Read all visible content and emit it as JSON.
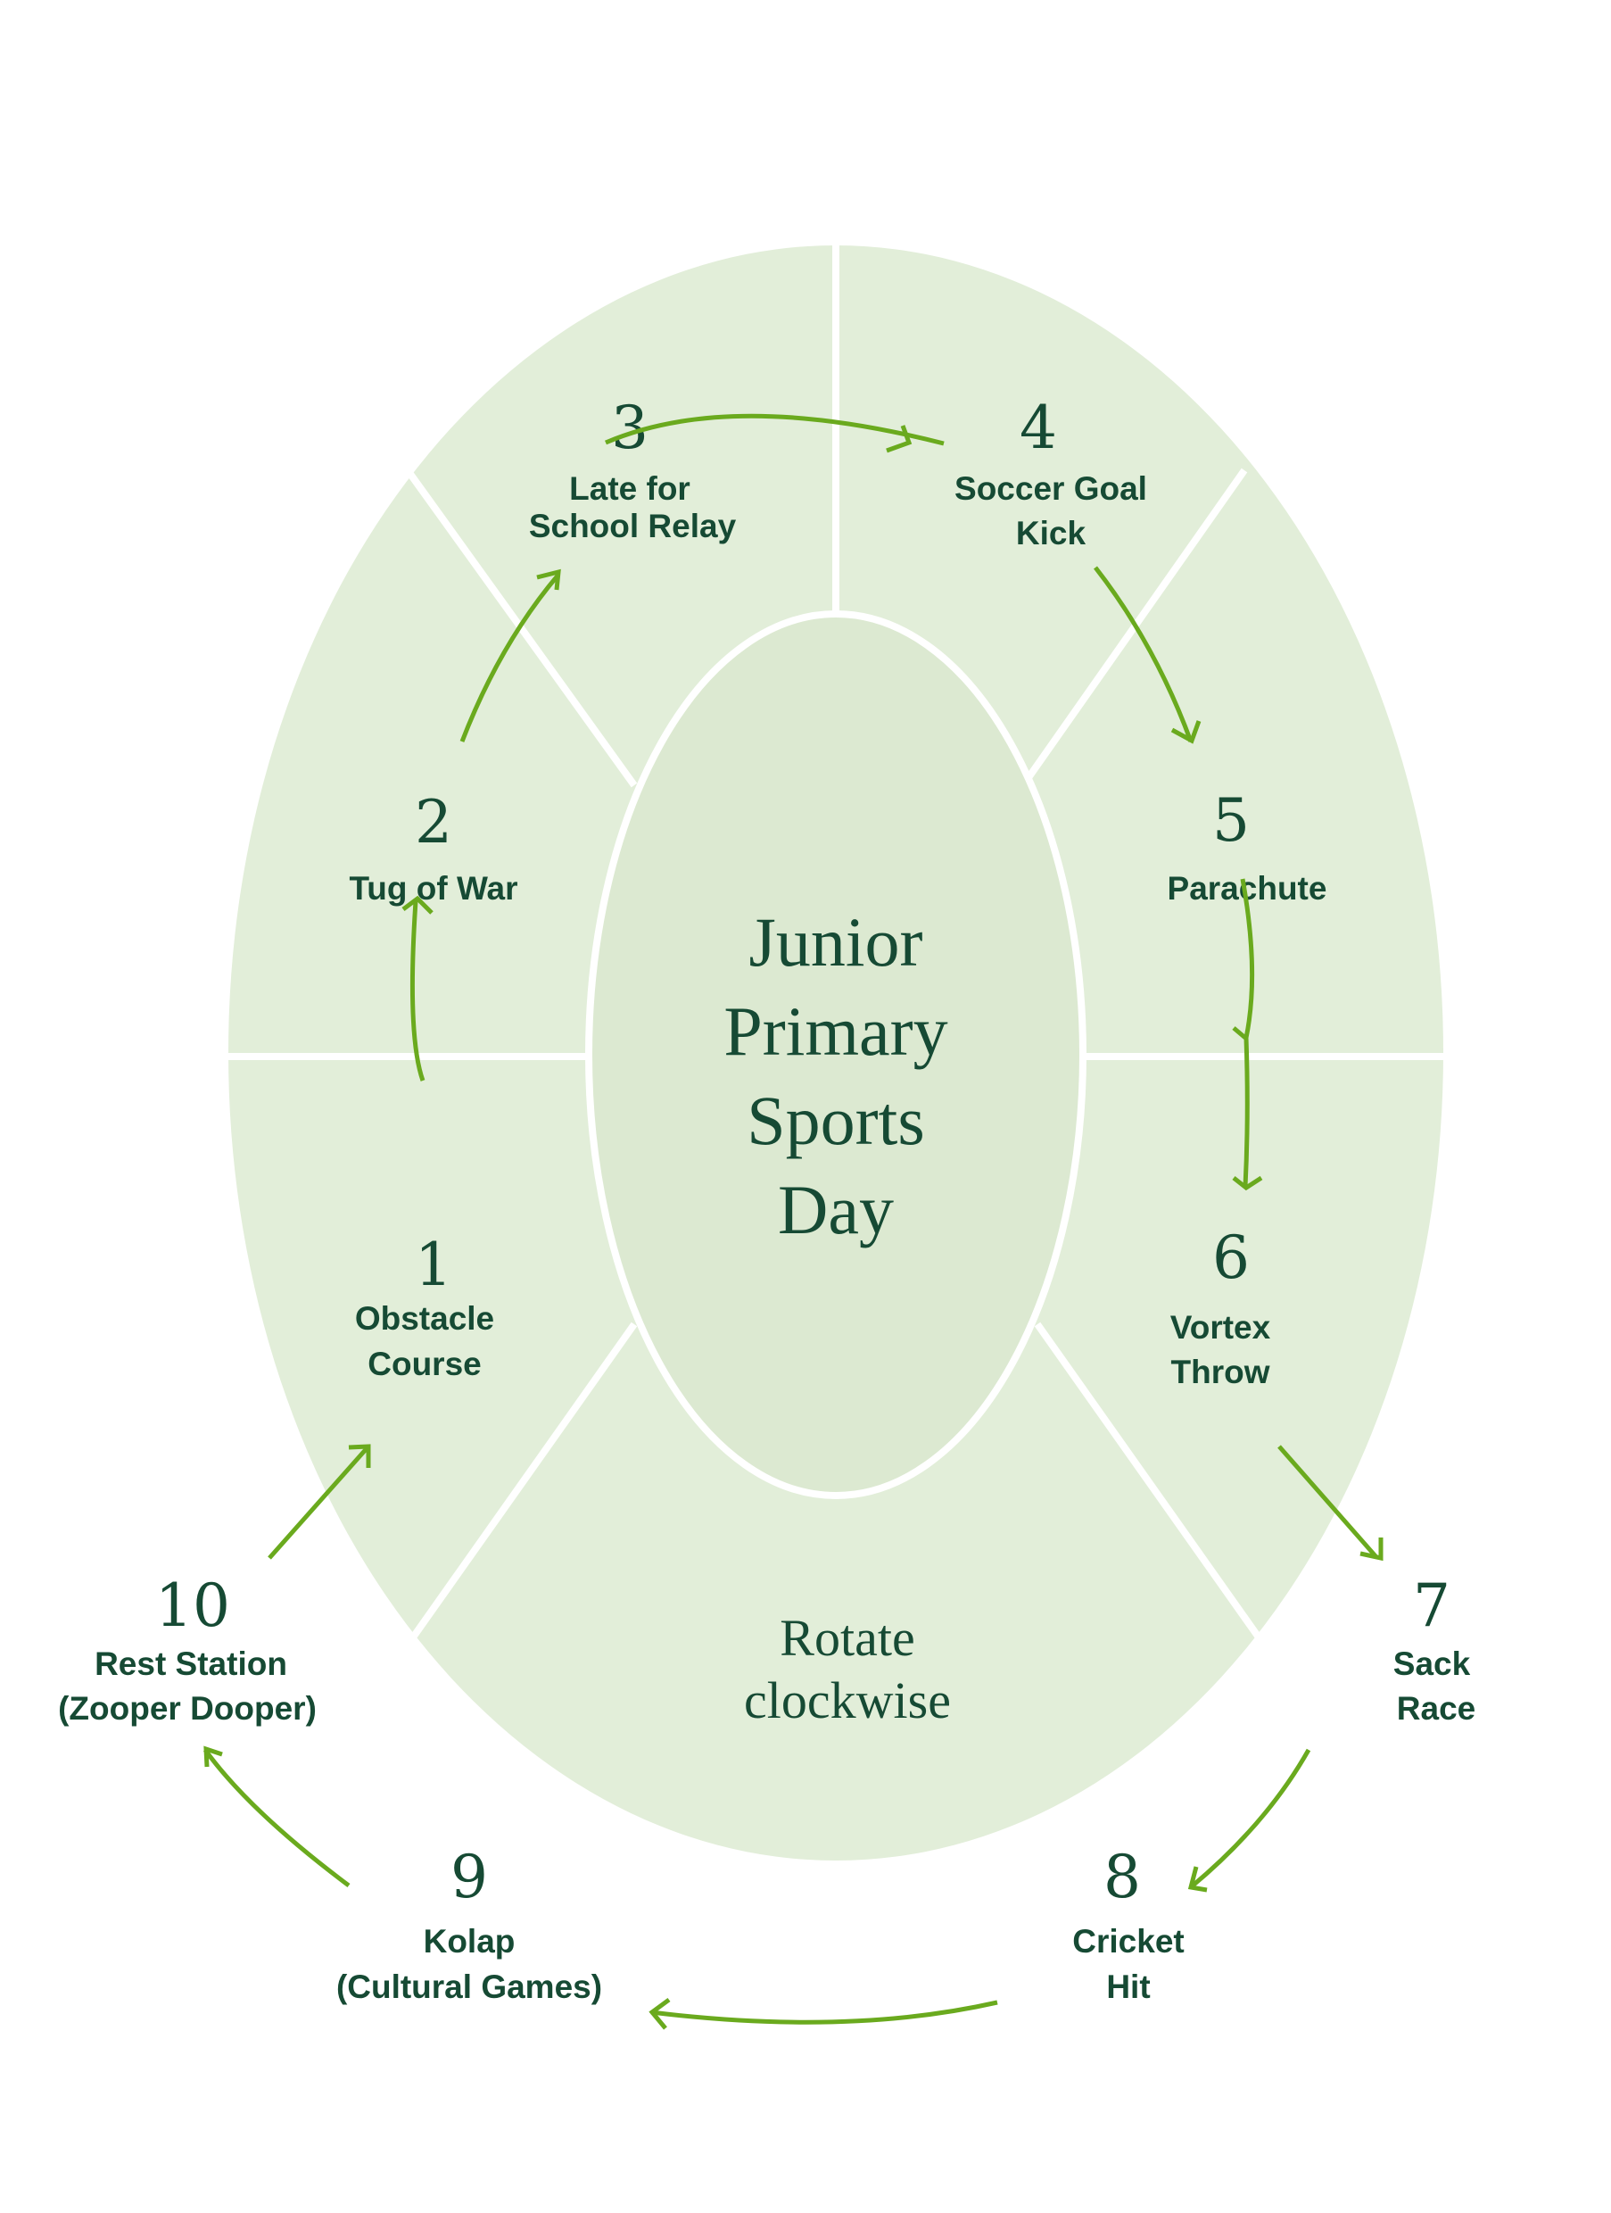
{
  "title": {
    "lines": [
      "Junior",
      "Primary",
      "Sports",
      "Day"
    ]
  },
  "instruction": {
    "lines": [
      "Rotate",
      "clockwise"
    ]
  },
  "colors": {
    "outer_fill": "#e2eed9",
    "inner_fill": "#dce9d1",
    "divider": "#ffffff",
    "arrow": "#6aaa1e",
    "text": "#164a34"
  },
  "stations": [
    {
      "number": "1",
      "lines": [
        "Obstacle",
        "Course"
      ]
    },
    {
      "number": "2",
      "lines": [
        "Tug of War"
      ]
    },
    {
      "number": "3",
      "lines": [
        "Late for",
        "School Relay"
      ]
    },
    {
      "number": "4",
      "lines": [
        "Soccer Goal",
        "Kick"
      ]
    },
    {
      "number": "5",
      "lines": [
        "Parachute"
      ]
    },
    {
      "number": "6",
      "lines": [
        "Vortex",
        "Throw"
      ]
    },
    {
      "number": "7",
      "lines": [
        "Sack",
        "Race"
      ]
    },
    {
      "number": "8",
      "lines": [
        "Cricket",
        "Hit"
      ]
    },
    {
      "number": "9",
      "lines": [
        "Kolap",
        "(Cultural Games)"
      ]
    },
    {
      "number": "10",
      "lines": [
        "Rest Station",
        "(Zooper Dooper)"
      ]
    }
  ],
  "flow": [
    {
      "from": "1",
      "to": "2"
    },
    {
      "from": "2",
      "to": "3"
    },
    {
      "from": "3",
      "to": "4"
    },
    {
      "from": "4",
      "to": "5"
    },
    {
      "from": "5",
      "to": "6"
    },
    {
      "from": "6",
      "to": "7"
    },
    {
      "from": "7",
      "to": "8"
    },
    {
      "from": "8",
      "to": "9"
    },
    {
      "from": "9",
      "to": "10"
    },
    {
      "from": "10",
      "to": "1"
    }
  ]
}
